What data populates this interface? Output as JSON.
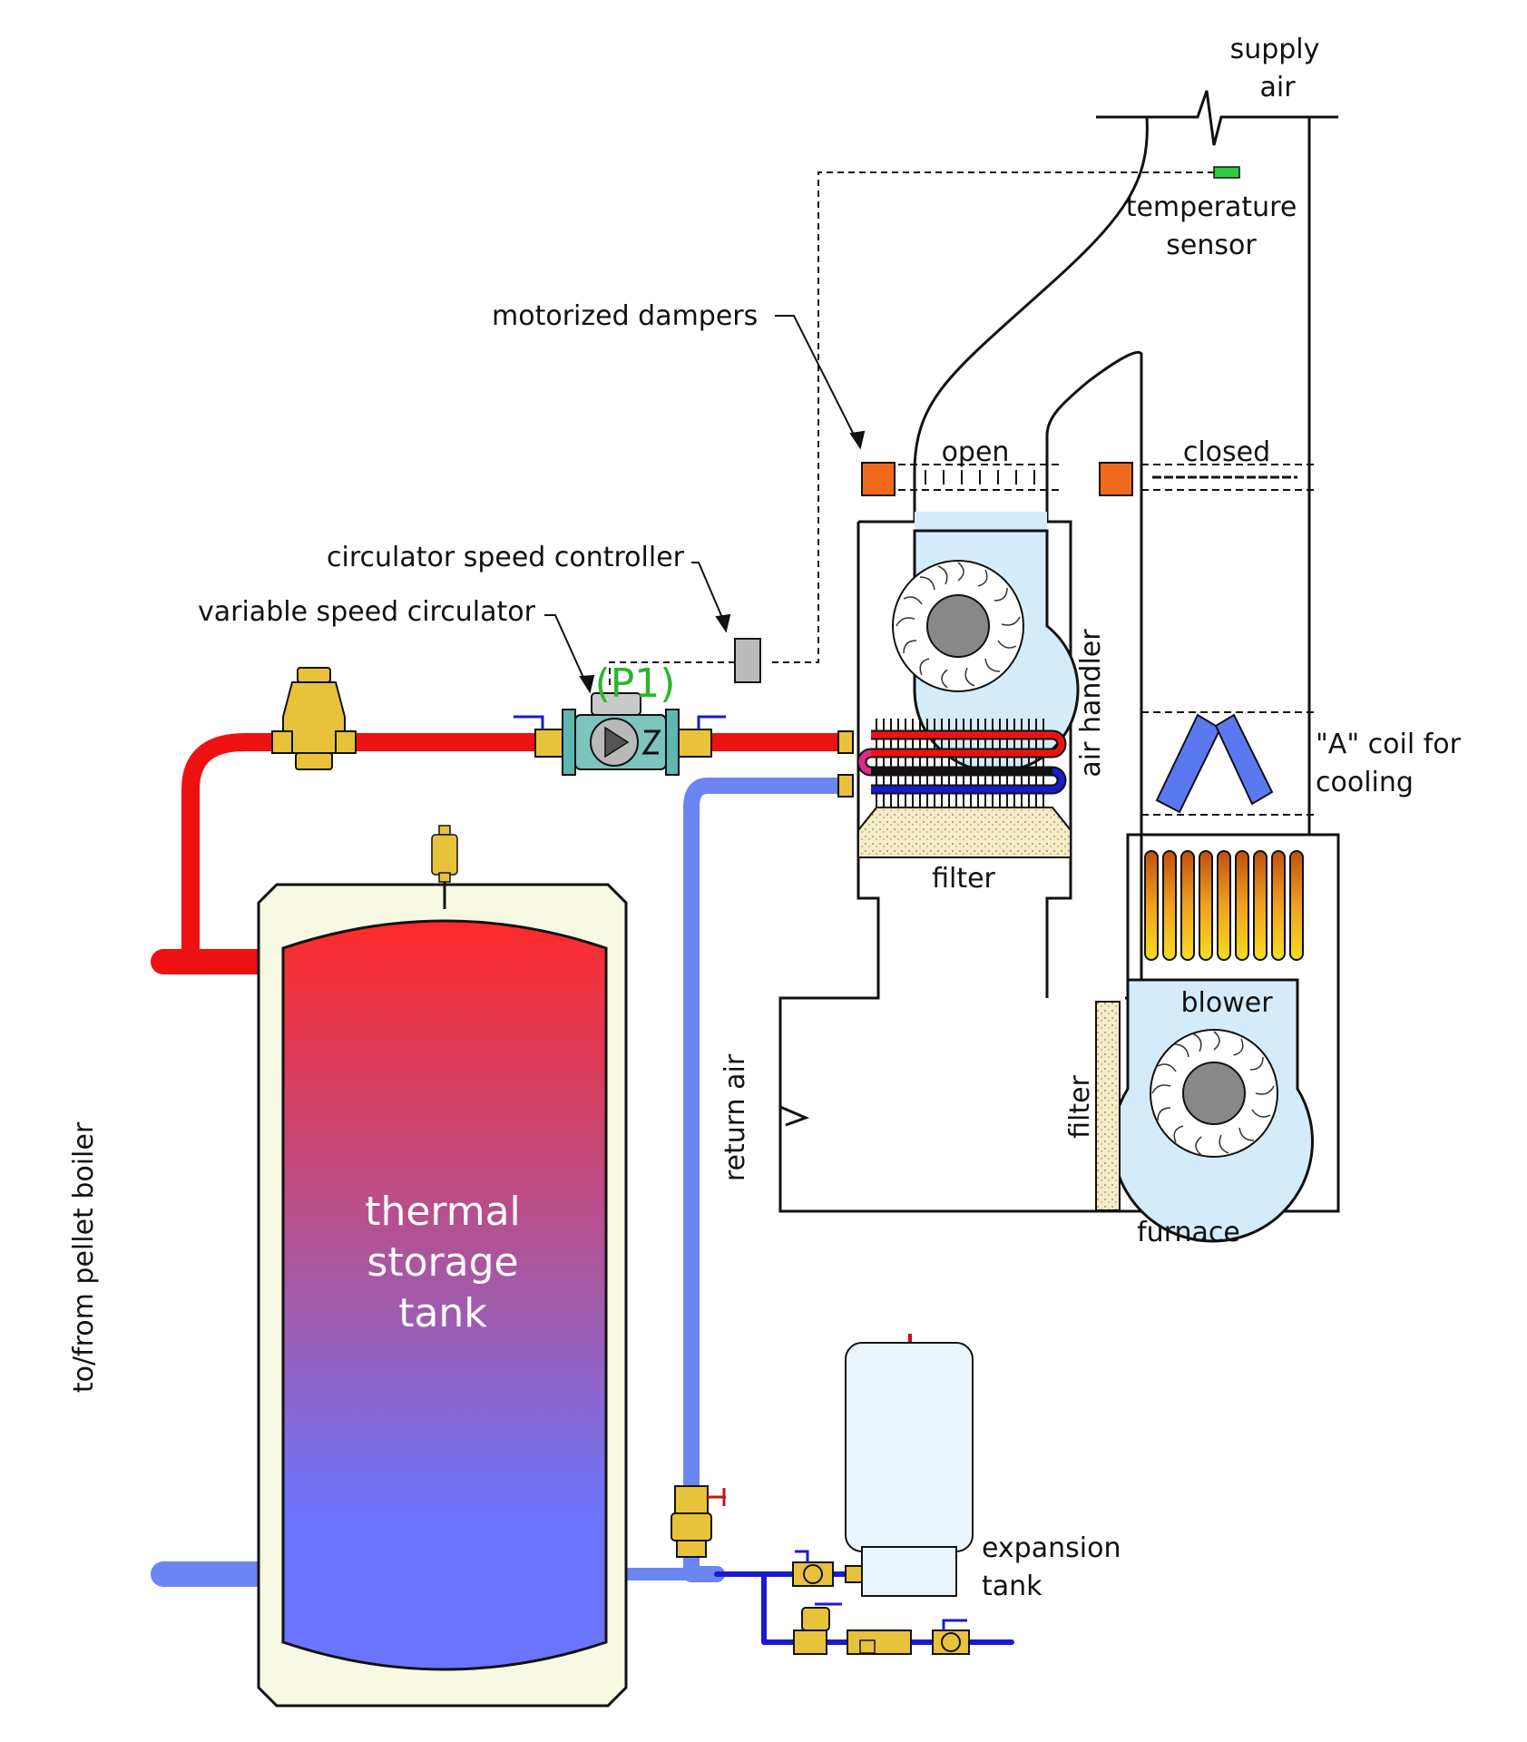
{
  "labels": {
    "supply_air_1": "supply",
    "supply_air_2": "air",
    "temperature_sensor_1": "temperature",
    "temperature_sensor_2": "sensor",
    "motorized_dampers": "motorized dampers",
    "open": "open",
    "closed": "closed",
    "circulator_speed_controller": "circulator speed controller",
    "variable_speed_circulator": "variable speed circulator",
    "pump_id": "(P1)",
    "air_handler": "air handler",
    "a_coil_1": "\"A\" coil for",
    "a_coil_2": "cooling",
    "filter_air_handler": "filter",
    "blower": "blower",
    "return_air": "return air",
    "filter_furnace": "filter",
    "furnace": "furnace",
    "pellet_boiler": "to/from pellet boiler",
    "tank_1": "thermal",
    "tank_2": "storage",
    "tank_3": "tank",
    "expansion_1": "expansion",
    "expansion_2": "tank"
  },
  "colors": {
    "hot_pipe": "#ee1111",
    "cool_pipe": "#6b86f2",
    "cold_pipe": "#1a1ad0",
    "damper": "#f06a1e",
    "brass": "#e8c23a",
    "tank_top": "#ff2a2a",
    "tank_bottom": "#6b74ff",
    "insulation": "#f8f9e2",
    "air_fill": "#d4ecfa",
    "coil_blue": "#5a78f0",
    "heat_exchanger": "#f0a020",
    "sensor": "#2ecc40",
    "pump_label": "#2bb52b"
  }
}
